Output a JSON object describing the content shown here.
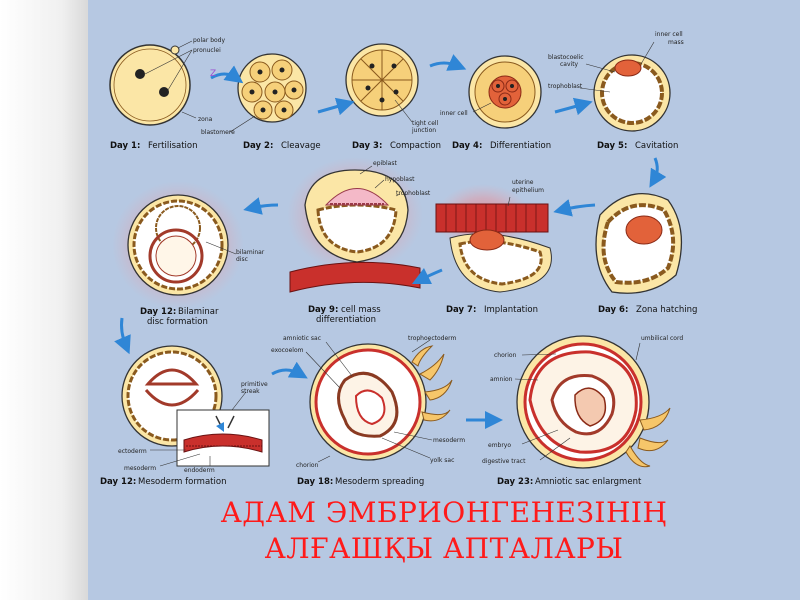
{
  "title": {
    "line1": "АДАМ ЭМБРИОНГЕНЕЗІНІҢ",
    "line2": "АЛҒАШҚЫ АПТАЛАРЫ"
  },
  "stages": [
    {
      "day": "Day 1:",
      "name": "Fertilisation"
    },
    {
      "day": "Day 2:",
      "name": "Cleavage"
    },
    {
      "day": "Day 3:",
      "name": "Compaction"
    },
    {
      "day": "Day 4:",
      "name": "Differentiation"
    },
    {
      "day": "Day 5:",
      "name": "Cavitation"
    },
    {
      "day": "Day 6:",
      "name": "Zona hatching"
    },
    {
      "day": "Day 7:",
      "name": "Implantation"
    },
    {
      "day": "Day 9:",
      "name": "cell mass",
      "name2": "differentiation"
    },
    {
      "day": "Day 12:",
      "name": "Bilaminar",
      "name2": "disc formation"
    },
    {
      "day": "Day 12:",
      "name": "Mesoderm formation"
    },
    {
      "day": "Day 18:",
      "name": "Mesoderm spreading"
    },
    {
      "day": "Day 23:",
      "name": "Amniotic sac enlargment"
    }
  ],
  "labels": {
    "polar_body": "polar body",
    "pronuclei": "pronuclei",
    "zona": "zona",
    "blastomere": "blastomere",
    "tight_cell_junction_1": "tight cell",
    "tight_cell_junction_2": "junction",
    "inner_cell": "inner cell",
    "inner_cell_mass_1": "inner cell",
    "inner_cell_mass_2": "mass",
    "blastocoelic_cavity_1": "blastocoelic",
    "blastocoelic_cavity_2": "cavity",
    "trophoblast": "trophoblast",
    "uterine_epithelium_1": "uterine",
    "uterine_epithelium_2": "epithelium",
    "epiblast": "epiblast",
    "hypoblast": "hypoblast",
    "trophoblast_9": "trophoblast",
    "bilaminar_disc_1": "bilaminar",
    "bilaminar_disc_2": "disc",
    "primitive_streak_1": "primitive",
    "primitive_streak_2": "streak",
    "ectoderm": "ectoderm",
    "mesoderm": "mesoderm",
    "endoderm": "endoderm",
    "amniotic_sac": "amniotic sac",
    "exocoelom": "exocoelom",
    "trophoectoderm": "trophoectoderm",
    "mesoderm_18": "mesoderm",
    "yolk_sac": "yolk sac",
    "chorion_18": "chorion",
    "umbilical_cord": "umbilical cord",
    "chorion": "chorion",
    "amnion": "amnion",
    "embryo": "embryo",
    "digestive_tract": "digestive tract"
  },
  "colors": {
    "panel": "#b6c8e2",
    "title": "#ff1a1a",
    "cell": "#fbe6a6",
    "cell_outline": "#8a5a1e",
    "arrow": "#2f86d6",
    "red_tissue": "#c9302c"
  }
}
